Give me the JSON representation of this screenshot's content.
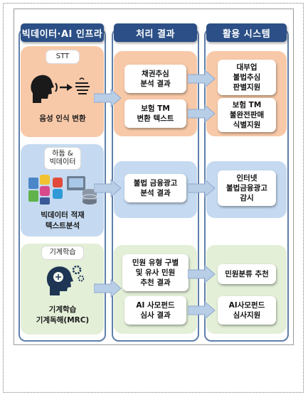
{
  "columns": [
    {
      "header": "빅데이터·AI 인프라"
    },
    {
      "header": "처리 결과"
    },
    {
      "header": "활용 시스템"
    }
  ],
  "rows": [
    {
      "tag": "STT",
      "caption": "음성 인식 변환",
      "results": [
        "채권추심\n분석 결과",
        "보험 TM\n변환 텍스트"
      ],
      "systems": [
        "대부업\n불법추심\n판별지원",
        "보험 TM\n불완전판매\n식별지원"
      ]
    },
    {
      "tag": "하둡 &\n빅데이터",
      "caption": "빅데이터 적재\n텍스트분석",
      "results": [
        "불법 금융광고\n분석 결과"
      ],
      "systems": [
        "인터넷\n불법금융광고\n감시"
      ]
    },
    {
      "tag": "기계학습",
      "caption": "기계학습\n기계독해(MRC)",
      "results": [
        "민원 유형 구별\n및 유사 민원\n추천 결과",
        "AI 사모펀드\n심사 결과"
      ],
      "systems": [
        "민원분류 추천",
        "AI사모펀드\n심사지원"
      ]
    }
  ],
  "colors": {
    "header": "#2b4f86",
    "column_border": "#5f7faa",
    "stt_panel": "#f8c9a8",
    "bigdata_panel": "#c5daf0",
    "ml_panel": "#e3efd7",
    "arrow": "#b8cde6"
  },
  "icons": [
    "speaking-head-icon",
    "app-logos-icon",
    "brain-gears-head-icon",
    "arrow-right-icon"
  ]
}
